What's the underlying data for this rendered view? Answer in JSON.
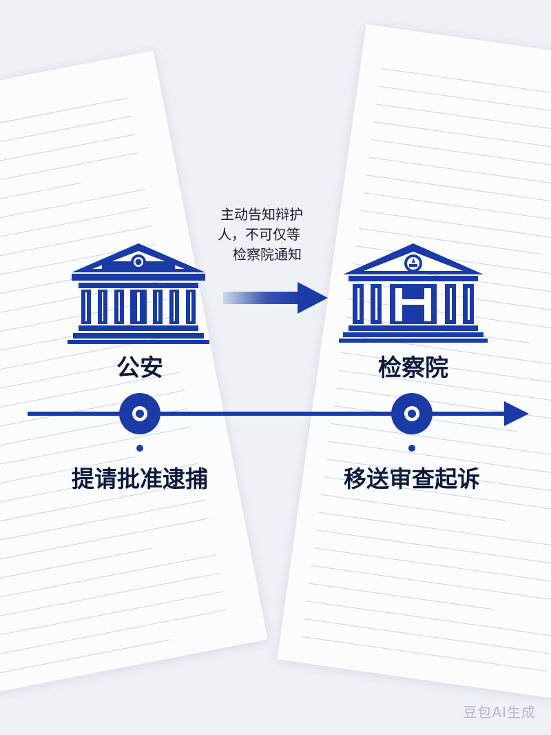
{
  "labels": {
    "police": "公安",
    "procuratorate": "检察院",
    "step_arrest": "提请批准逮捕",
    "step_prosecution": "移送审查起诉"
  },
  "notice": {
    "line1": "主动告知辩护",
    "line2": "人，不可仅等",
    "line3": "检察院通知"
  },
  "watermark": "豆包AI生成",
  "colors": {
    "accent": "#1a3aa6",
    "text": "#0f1a3a",
    "background": "#eef1f6"
  },
  "icons": [
    "police-building-icon",
    "procuratorate-building-icon",
    "right-arrow-icon",
    "timeline-node-icon"
  ]
}
